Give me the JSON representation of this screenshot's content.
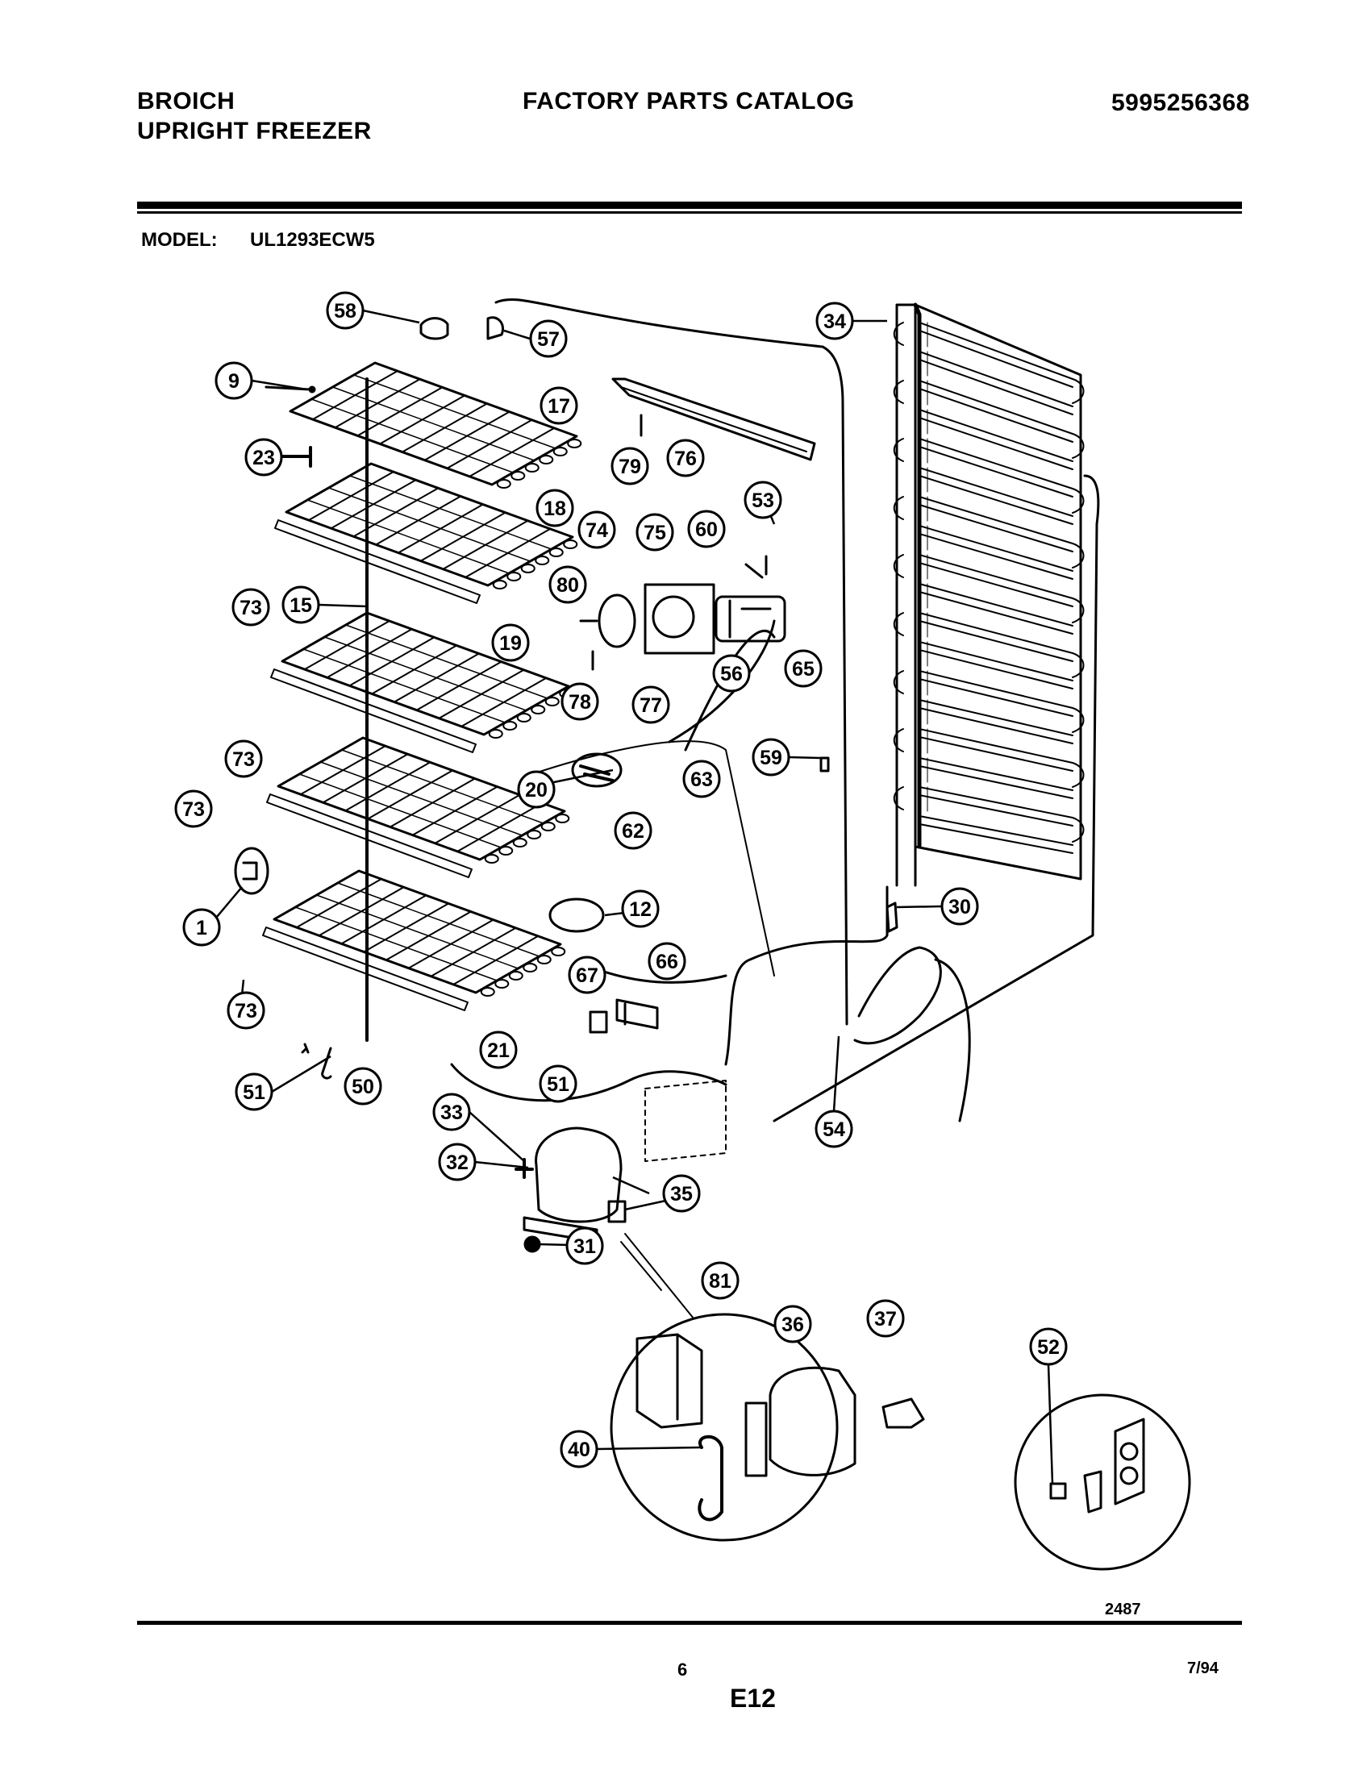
{
  "header": {
    "brand": "BROICH",
    "product": "UPRIGHT FREEZER",
    "catalog_title": "FACTORY PARTS CATALOG",
    "catalog_number": "5995256368"
  },
  "model": {
    "label": "MODEL:",
    "number": "UL1293ECW5"
  },
  "diagram": {
    "callouts": [
      "58",
      "57",
      "34",
      "9",
      "17",
      "23",
      "79",
      "76",
      "18",
      "74",
      "75",
      "60",
      "53",
      "73",
      "15",
      "80",
      "19",
      "78",
      "77",
      "56",
      "65",
      "59",
      "63",
      "73",
      "20",
      "73",
      "62",
      "1",
      "12",
      "30",
      "66",
      "67",
      "73",
      "21",
      "51",
      "51",
      "50",
      "54",
      "33",
      "32",
      "35",
      "31",
      "81",
      "36",
      "37",
      "52",
      "40"
    ],
    "drawing_number": "2487"
  },
  "footer": {
    "page_number": "6",
    "section": "E12",
    "date": "7/94"
  },
  "colors": {
    "ink": "#000000",
    "paper": "#ffffff"
  }
}
